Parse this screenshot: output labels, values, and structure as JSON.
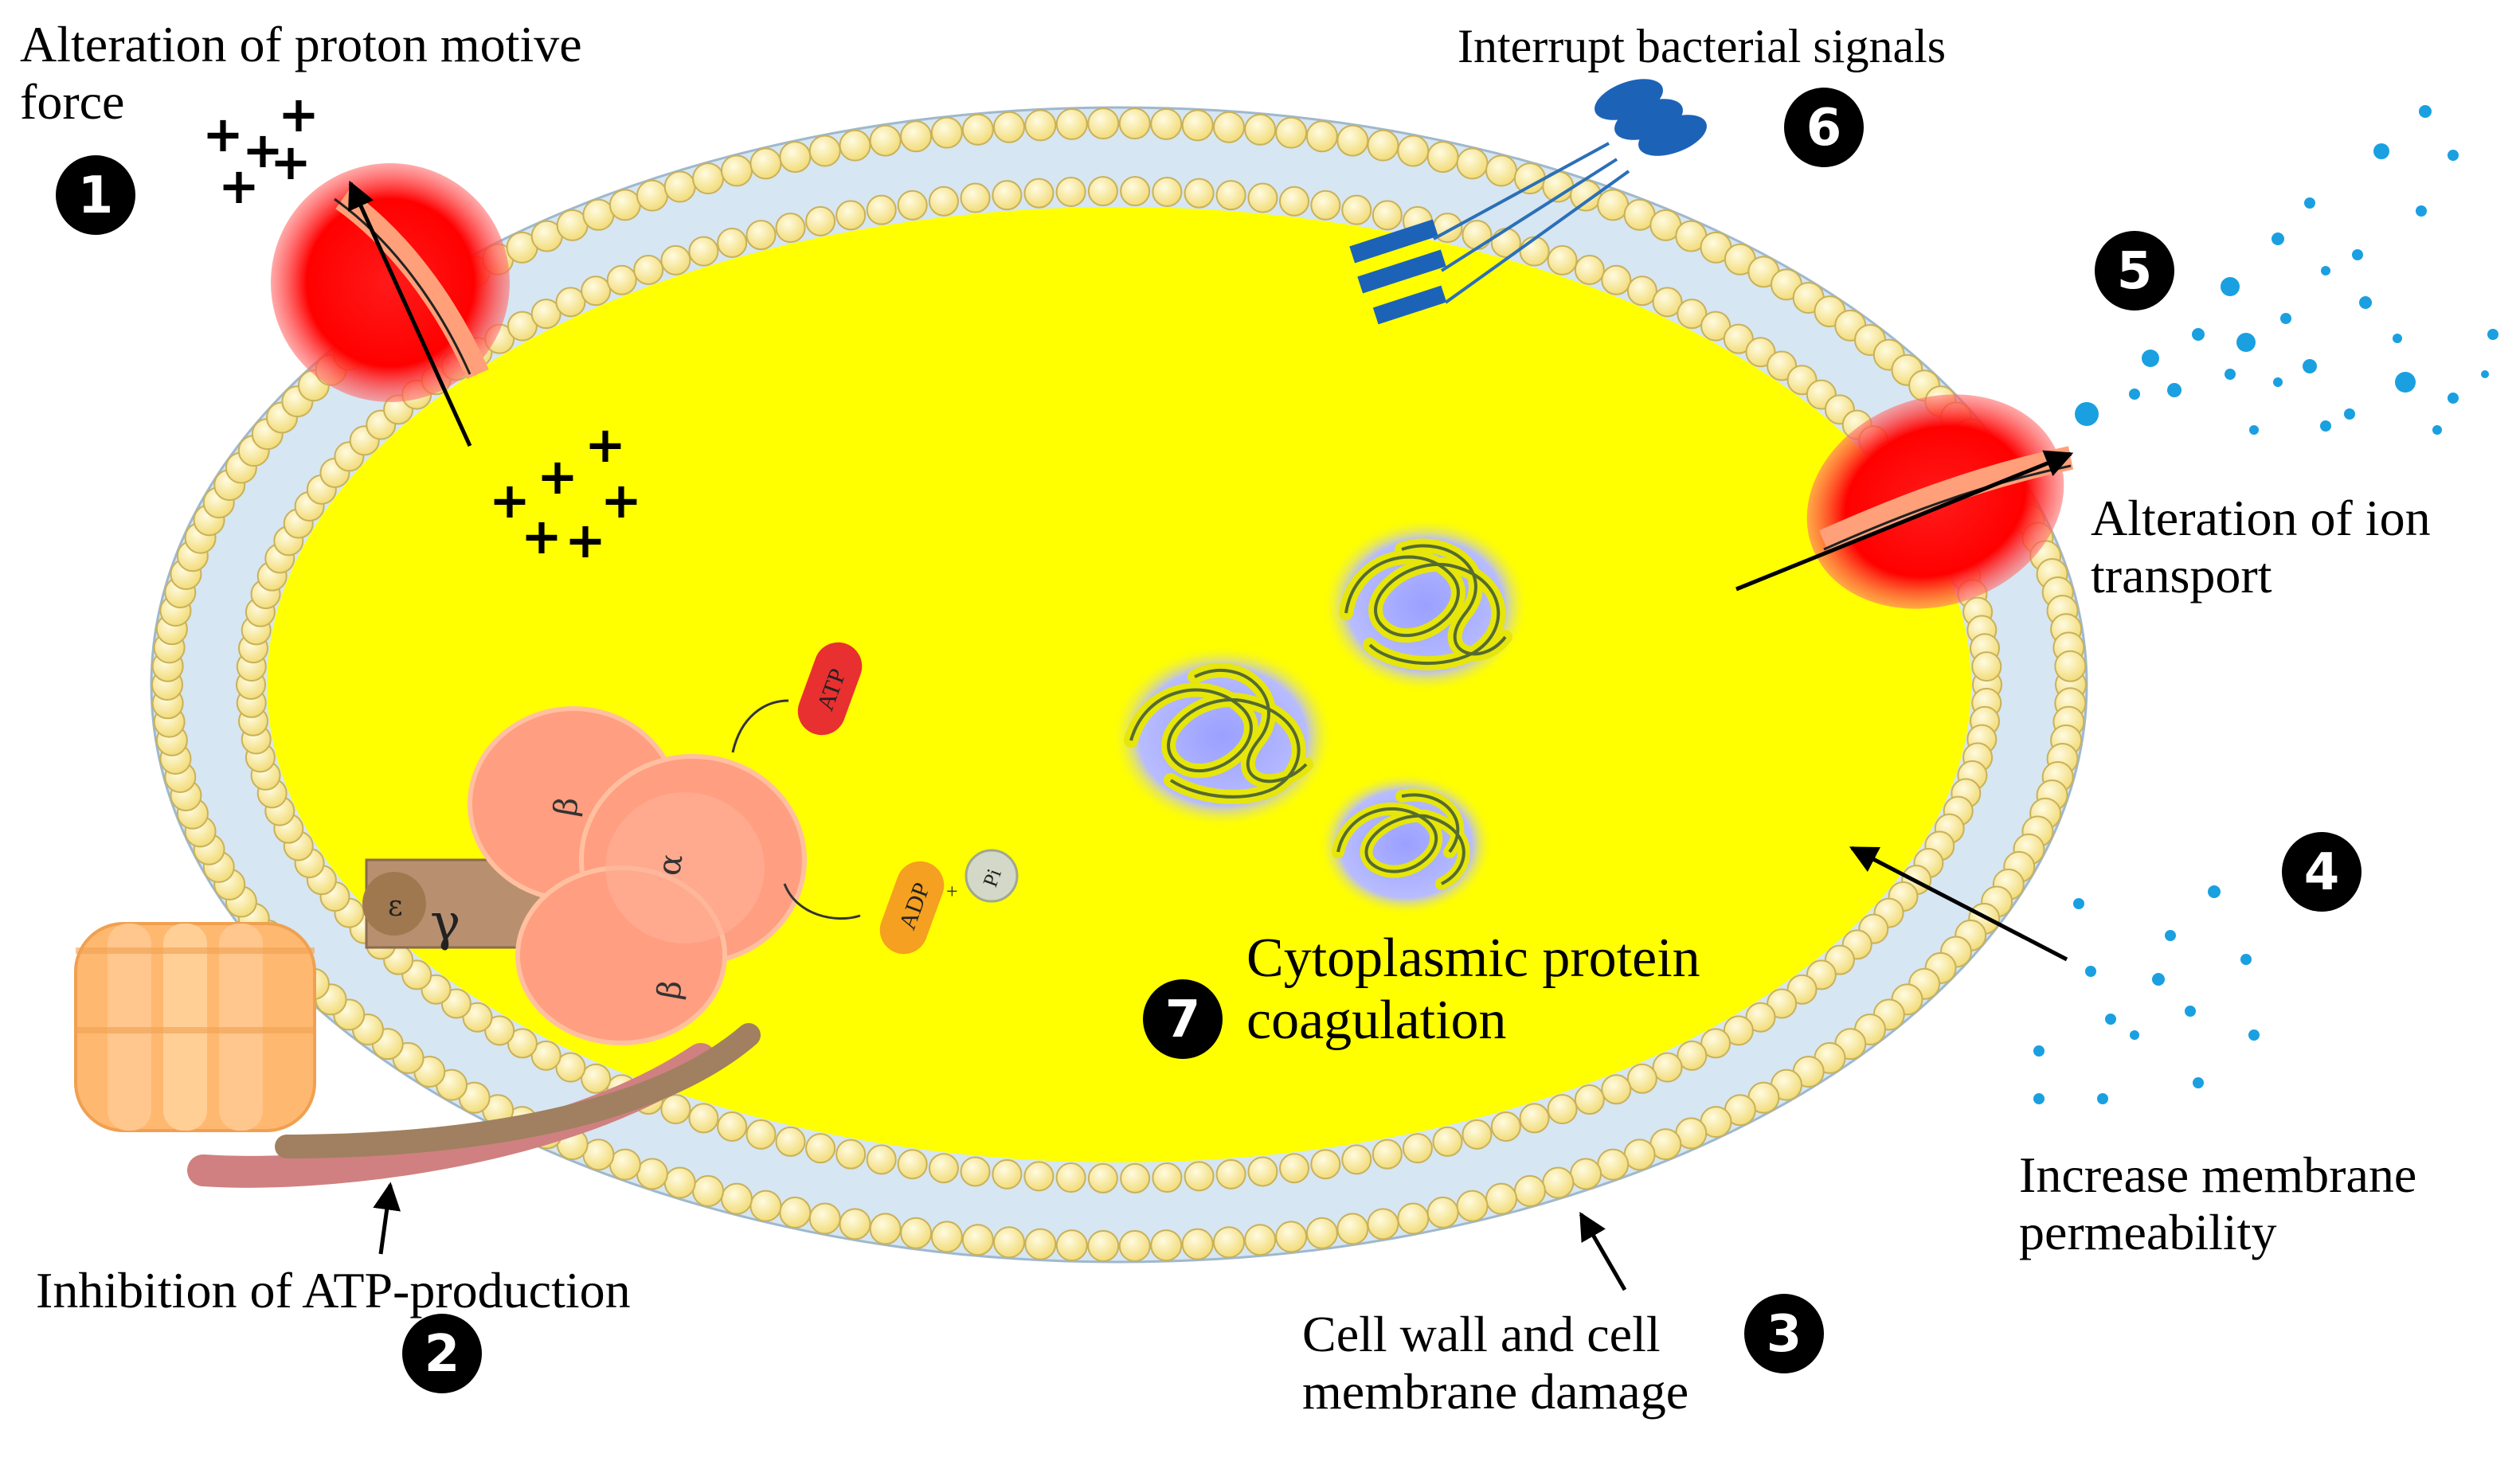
{
  "labels": {
    "proton_line1": "Alteration of proton motive",
    "proton_line2": "force",
    "atp_inhibition": "Inhibition of ATP-production",
    "membrane_damage_line1": "Cell wall and cell",
    "membrane_damage_line2": "membrane damage",
    "permeability_line1": "Increase membrane",
    "permeability_line2": "permeability",
    "ion_transport_line1": "Alteration of ion",
    "ion_transport_line2": "transport",
    "signals": "Interrupt bacterial signals",
    "coagulation_line1": "Cytoplasmic protein",
    "coagulation_line2": "coagulation"
  },
  "markers": [
    "1",
    "2",
    "3",
    "4",
    "5",
    "6",
    "7"
  ],
  "atp_synthase": {
    "product": "ATP",
    "substrate": "ADP",
    "phosphate": "Pi",
    "plus": "+",
    "subunit_beta": "β",
    "subunit_alpha": "α",
    "subunit_gamma": "γ",
    "subunit_epsilon": "ε"
  },
  "proton_symbol": "+",
  "colors": {
    "cytoplasm": "#ffff00",
    "membrane": "#d6e6f2",
    "lipid_head": "#fbeea0",
    "channel": "#ff1010",
    "ion": "#1aa0e0",
    "receptor": "#1c63b8"
  }
}
